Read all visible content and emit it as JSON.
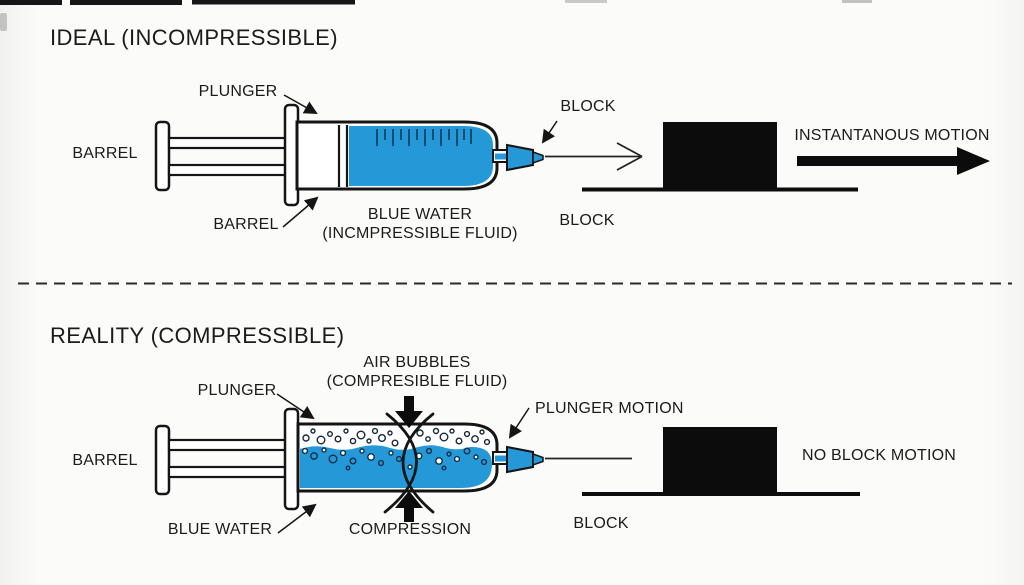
{
  "colors": {
    "fluid_blue": "#2598d8",
    "ink": "#1b1b1b",
    "outline": "#151515",
    "background": "#fafaf8"
  },
  "ideal": {
    "title": "IDEAL (INCOMPRESSIBLE)",
    "plunger_label": "PLUNGER",
    "barrel_label_left": "BARREL",
    "barrel_label_bottom": "BARREL",
    "fluid_caption_line1": "BLUE WATER",
    "fluid_caption_line2": "(INCMPRESSIBLE FLUID)",
    "block_label_pointer": "BLOCK",
    "block_label_ground": "BLOCK",
    "motion_label": "INSTANTANOUS MOTION"
  },
  "reality": {
    "title": "REALITY (COMPRESSIBLE)",
    "air_caption_line1": "AIR BUBBLES",
    "air_caption_line2": "(COMPRESIBLE FLUID)",
    "plunger_label": "PLUNGER",
    "barrel_label": "BARREL",
    "blue_water_label": "BLUE WATER",
    "compression_label": "COMPRESSION",
    "plunger_motion_label": "PLUNGER MOTION",
    "no_block_motion_label": "NO BLOCK MOTION",
    "block_label_ground": "BLOCK"
  }
}
